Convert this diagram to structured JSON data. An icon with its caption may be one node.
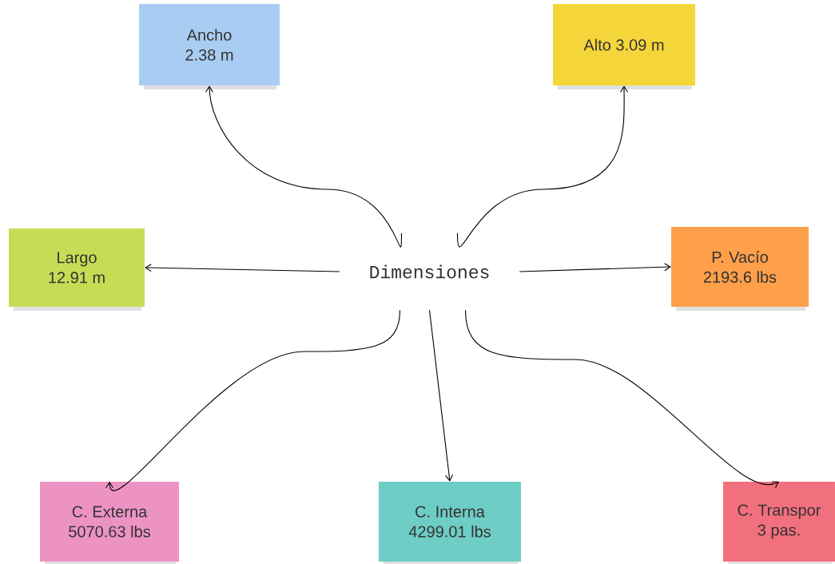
{
  "diagram": {
    "nodes": [
      {
        "text": [
          "Ancho",
          "2.38 m"
        ]
      },
      {
        "text": [
          "Alto 3.09 m"
        ]
      },
      {
        "text": [
          "Largo",
          "12.91 m"
        ]
      },
      {
        "text": [
          "Dimensiones"
        ]
      },
      {
        "text": [
          "P. Vacío",
          "2193.6 lbs"
        ]
      },
      {
        "text": [
          "C. Externa",
          "5070.63 lbs"
        ]
      },
      {
        "text": [
          "C. Interna",
          "4299.01 lbs"
        ]
      },
      {
        "text": [
          "C. Transpor",
          "3 pas."
        ]
      }
    ],
    "edges": [
      {
        "from": 3,
        "to": 0,
        "arrow": "to"
      },
      {
        "from": 3,
        "to": 1,
        "arrow": "to"
      },
      {
        "from": 3,
        "to": 2,
        "arrow": "to"
      },
      {
        "from": 3,
        "to": 4,
        "arrow": "to"
      },
      {
        "from": 3,
        "to": 5,
        "arrow": "to"
      },
      {
        "from": 3,
        "to": 6,
        "arrow": "to"
      },
      {
        "from": 3,
        "to": 7,
        "arrow": "to"
      }
    ]
  }
}
